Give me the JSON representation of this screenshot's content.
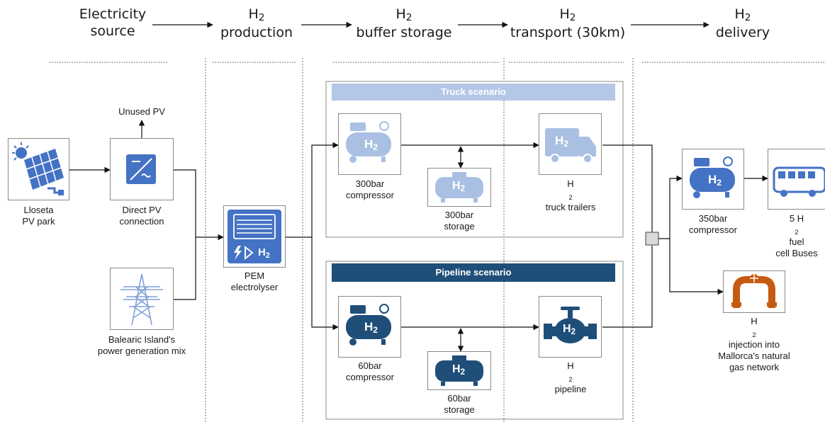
{
  "stages": [
    {
      "l1": "Electricity",
      "l2": "source"
    },
    {
      "l1": "H",
      "l1_sub": "2",
      "l2": "production"
    },
    {
      "l1": "H",
      "l1_sub": "2",
      "l2": "buffer storage"
    },
    {
      "l1": "H",
      "l1_sub": "2",
      "l2": "transport (30km)"
    },
    {
      "l1": "H",
      "l1_sub": "2",
      "l2": "delivery"
    }
  ],
  "scenarios": {
    "truck": "Truck scenario",
    "pipeline": "Pipeline scenario"
  },
  "nodes": {
    "pv_park": {
      "l1": "Lloseta",
      "l2": "PV park"
    },
    "unused_pv": "Unused PV",
    "direct_pv": {
      "l1": "Direct PV",
      "l2": "connection"
    },
    "grid": {
      "l1": "Balearic Island's",
      "l2": "power generation mix"
    },
    "electrolyser": {
      "l1": "PEM",
      "l2": "electrolyser",
      "icon_text": "H",
      "icon_sub": "2"
    },
    "comp300": {
      "l1": "300bar",
      "l2": "compressor"
    },
    "stor300": {
      "l1": "300bar",
      "l2": "storage"
    },
    "truck": {
      "l1": "H",
      "l1_sub": "2",
      "l2": "truck trailers"
    },
    "comp60": {
      "l1": "60bar",
      "l2": "compressor"
    },
    "stor60": {
      "l1": "60bar",
      "l2": "storage"
    },
    "pipeline": {
      "l1": "H",
      "l1_sub": "2",
      "l2": "pipeline"
    },
    "comp350": {
      "l1": "350bar",
      "l2": "compressor"
    },
    "buses": {
      "l1a": "5 H",
      "l1_sub": "2",
      "l1b": " fuel",
      "l2": "cell Buses"
    },
    "injection": {
      "l1a": "H",
      "l1_sub": "2",
      "l1b": " injection into",
      "l2": "Mallorca's natural",
      "l3": "gas network"
    }
  },
  "icon_text": {
    "h": "H",
    "sub": "2"
  },
  "colors": {
    "light_blue": "#a9c0e3",
    "dark_blue": "#1f4e79",
    "mid_blue": "#4472c4",
    "banner_light": "#b4c7e7",
    "banner_dark": "#1f4e79",
    "orange": "#c55a11"
  }
}
